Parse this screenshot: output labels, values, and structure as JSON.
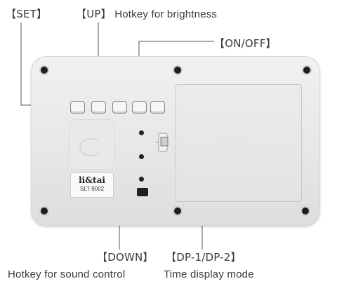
{
  "labels": {
    "set": "【SET】",
    "up_key": "【UP】",
    "up_desc": "Hotkey for brightness",
    "onoff": "【ON/OFF】",
    "down": "【DOWN】",
    "down_desc": "Hotkey for sound control",
    "dp": "【DP-1/DP-2】",
    "dp_desc": "Time display mode"
  },
  "device": {
    "brand": "li&tai",
    "model": "SLT-9002"
  },
  "colors": {
    "leader_line": "#555555",
    "body": "#e8e8e8",
    "screw": "#1e1e1e"
  }
}
